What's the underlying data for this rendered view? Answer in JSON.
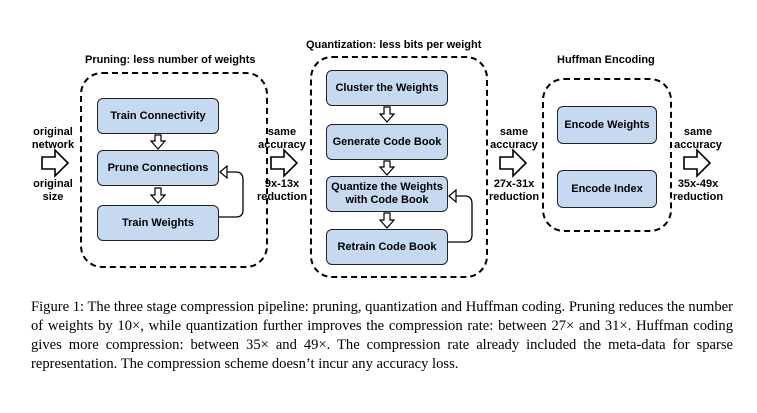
{
  "stages": {
    "pruning": {
      "title": "Pruning: less number of weights",
      "steps": [
        "Train Connectivity",
        "Prune Connections",
        "Train Weights"
      ]
    },
    "quantization": {
      "title": "Quantization: less bits per weight",
      "steps": [
        "Cluster the Weights",
        "Generate Code Book",
        "Quantize the Weights with Code Book",
        "Retrain Code Book"
      ]
    },
    "huffman": {
      "title": "Huffman Encoding",
      "steps": [
        "Encode Weights",
        "Encode Index"
      ]
    }
  },
  "labels": {
    "input_top": "original network",
    "input_bottom": "original size",
    "after_pruning_top": "same accuracy",
    "after_pruning_bottom": "9x-13x reduction",
    "after_quant_top": "same accuracy",
    "after_quant_bottom": "27x-31x reduction",
    "after_huffman_top": "same accuracy",
    "after_huffman_bottom": "35x-49x reduction"
  },
  "caption": "Figure 1: The three stage compression pipeline: pruning, quantization and Huffman coding. Pruning reduces the number of weights by 10×, while quantization further improves the compression rate: between 27× and 31×. Huffman coding gives more compression: between 35× and 49×. The compression rate already included the meta-data for sparse representation. The compression scheme doesn’t incur any accuracy loss.",
  "colors": {
    "box_fill": "#c6d9f0",
    "stroke": "#222222"
  }
}
